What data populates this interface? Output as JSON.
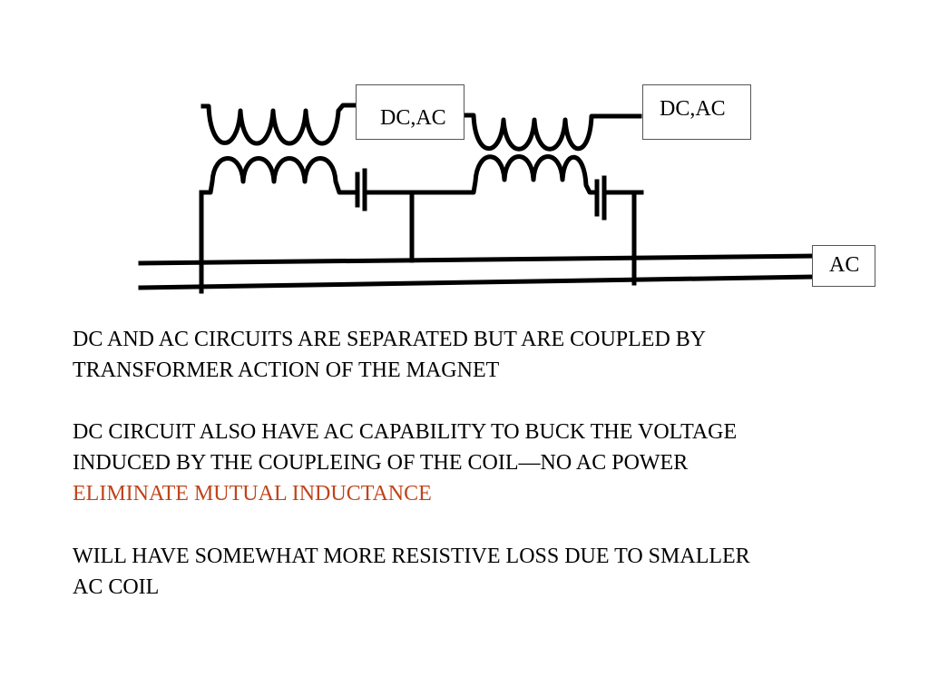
{
  "diagram": {
    "labels": {
      "dc_ac_left": "DC,AC",
      "dc_ac_right": "DC,AC",
      "ac": "AC"
    }
  },
  "text": {
    "para1": {
      "line1": "DC AND AC CIRCUITS ARE SEPARATED BUT ARE COUPLED BY",
      "line2": "TRANSFORMER ACTION OF THE MAGNET"
    },
    "para2": {
      "line1": "DC CIRCUIT ALSO HAVE AC CAPABILITY TO BUCK THE VOLTAGE",
      "line2": "INDUCED BY THE COUPLEING OF THE COIL—NO AC POWER",
      "line3": "ELIMINATE MUTUAL INDUCTANCE"
    },
    "para3": {
      "line1": "WILL HAVE SOMEWHAT MORE RESISTIVE LOSS DUE TO SMALLER",
      "line2": "AC COIL"
    }
  },
  "colors": {
    "highlight": "#c0441a",
    "wire": "#000000"
  }
}
